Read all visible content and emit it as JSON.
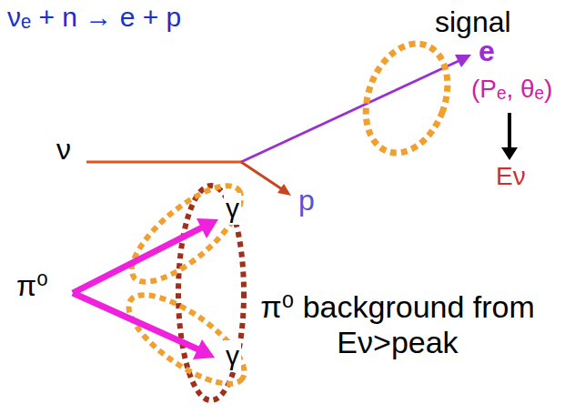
{
  "diagram": {
    "labels": [
      "νₑ + n → e + p",
      "signal",
      "e",
      "(Pₑ, θₑ)",
      "ν",
      "p",
      "Eν",
      "π⁰",
      "γ",
      "γ",
      "π⁰ background from Eν>peak"
    ]
  }
}
